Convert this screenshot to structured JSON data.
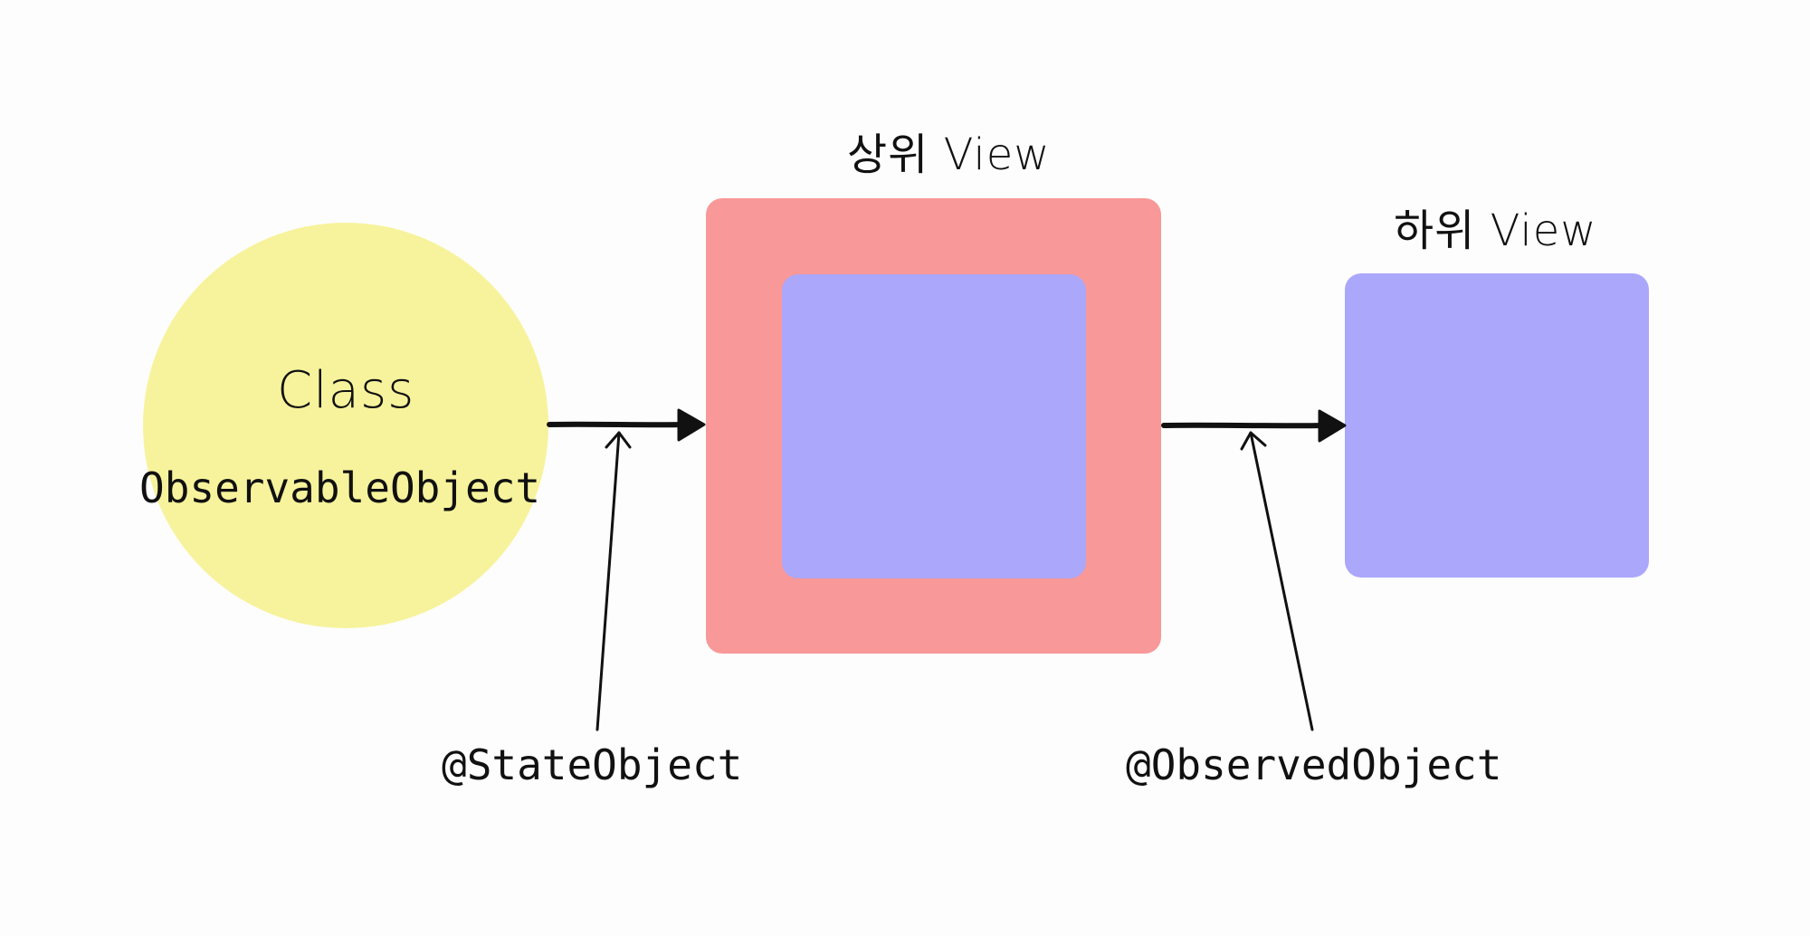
{
  "colors": {
    "class_circle": "#f7f39c",
    "parent_view": "#f99898",
    "inner_view": "#aba7fb",
    "child_view": "#aba7fb",
    "ink": "#111111"
  },
  "class_node": {
    "title": "Class",
    "protocol": "ObservableObject"
  },
  "parent_view": {
    "title": "상위 View"
  },
  "child_view": {
    "title": "하위 View"
  },
  "annotations": {
    "state_object": "@StateObject",
    "observed_object": "@ObservedObject"
  }
}
